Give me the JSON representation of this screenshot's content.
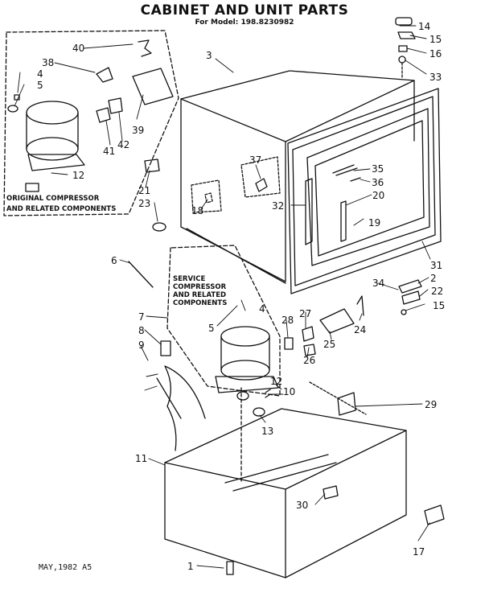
{
  "title": "CABINET AND UNIT PARTS",
  "model_line": "For Model: 198.8230982",
  "date_code": "MAY,1982   A5",
  "group_notes": {
    "original": [
      "ORIGINAL COMPRESSOR",
      "AND RELATED COMPONENTS"
    ],
    "service": [
      "SERVICE",
      "COMPRESSOR",
      "AND RELATED",
      "COMPONENTS"
    ]
  },
  "callouts": {
    "c1": "1",
    "c2": "2",
    "c3": "3",
    "c4a": "4",
    "c4b": "4",
    "c5a": "5",
    "c5b": "5",
    "c6": "6",
    "c7": "7",
    "c8": "8",
    "c9": "9",
    "c10": "10",
    "c11": "11",
    "c12a": "12",
    "c12b": "12",
    "c13": "13",
    "c14": "14",
    "c15a": "15",
    "c15b": "15",
    "c16": "16",
    "c17": "17",
    "c18": "18",
    "c19": "19",
    "c20": "20",
    "c21": "21",
    "c22": "22",
    "c23": "23",
    "c24": "24",
    "c25": "25",
    "c26": "26",
    "c27": "27",
    "c28": "28",
    "c29": "29",
    "c30": "30",
    "c31": "31",
    "c32": "32",
    "c33": "33",
    "c34": "34",
    "c35": "35",
    "c36": "36",
    "c37": "37",
    "c38": "38",
    "c39": "39",
    "c40": "40",
    "c41": "41",
    "c42": "42"
  }
}
